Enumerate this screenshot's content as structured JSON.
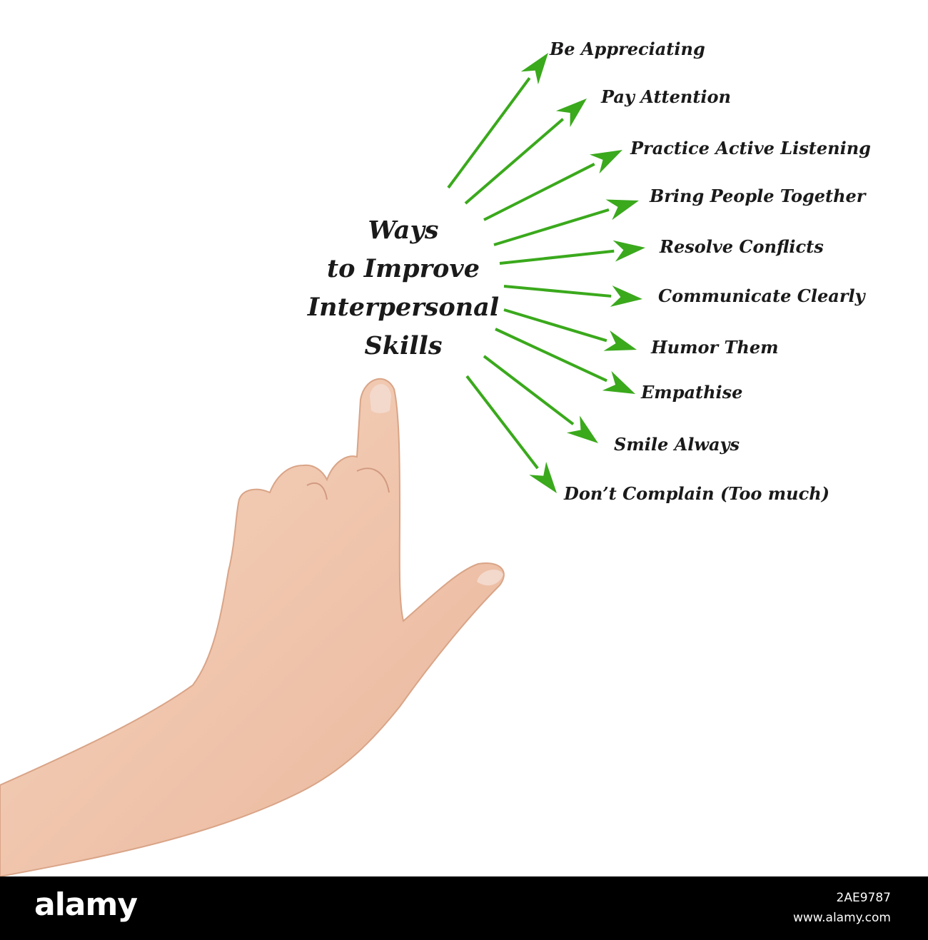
{
  "diagram": {
    "title_lines": [
      "Ways",
      "to Improve",
      "Interpersonal",
      "Skills"
    ],
    "arrow_color": "#3aa91c",
    "items": [
      "Be Appreciating",
      "Pay Attention",
      "Practice Active Listening",
      "Bring People Together",
      "Resolve Conflicts",
      "Communicate Clearly",
      "Humor Them",
      "Empathise",
      "Smile Always",
      "Don’t Complain (Too much)"
    ]
  },
  "footer": {
    "brand": "alamy",
    "image_id": "2AE9787",
    "site": "www.alamy.com"
  }
}
